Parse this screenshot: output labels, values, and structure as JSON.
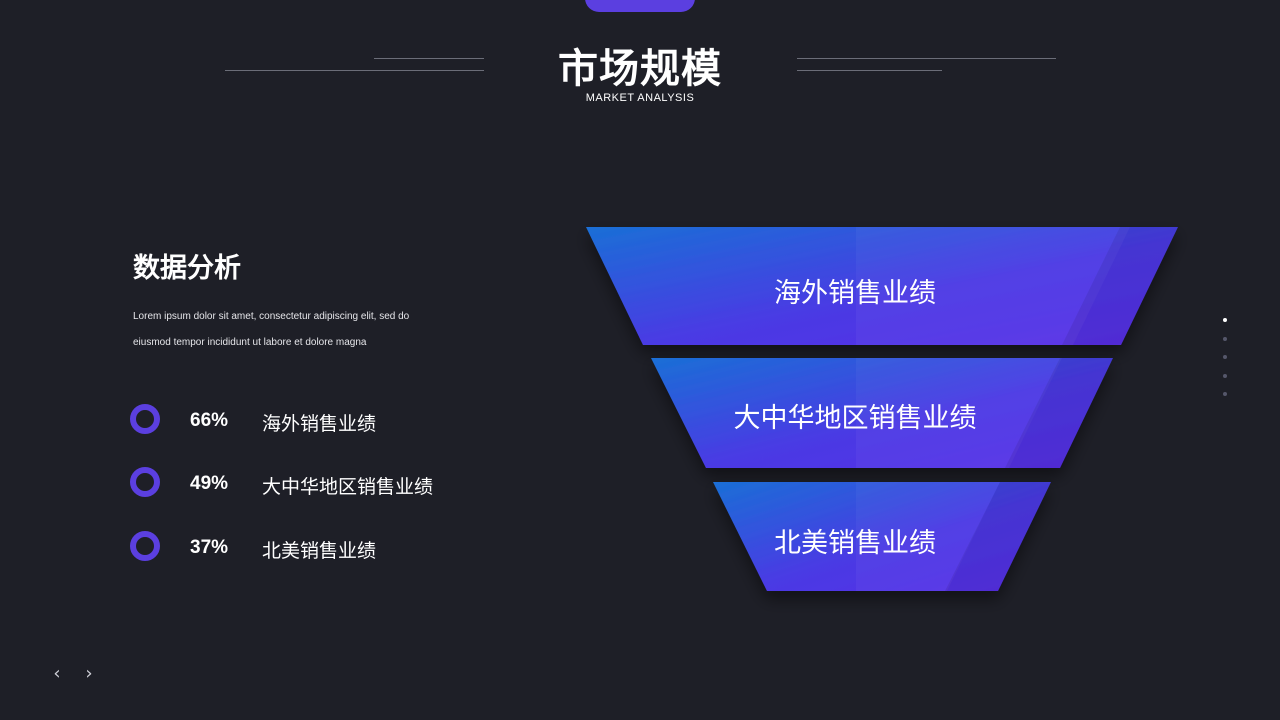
{
  "header": {
    "title": "市场规模",
    "subtitle": "MARKET ANALYSIS"
  },
  "analysis": {
    "heading": "数据分析",
    "description_line1": "Lorem ipsum dolor sit amet, consectetur adipiscing elit, sed do",
    "description_line2": "eiusmod tempor incididunt ut labore et dolore magna"
  },
  "stats": [
    {
      "value": "66%",
      "label": "海外销售业绩"
    },
    {
      "value": "49%",
      "label": "大中华地区销售业绩"
    },
    {
      "value": "37%",
      "label": "北美销售业绩"
    }
  ],
  "funnel": {
    "levels": [
      "海外销售业绩",
      "大中华地区销售业绩",
      "北美销售业绩"
    ]
  },
  "pager": {
    "total": 5,
    "active": 1,
    "prev_icon": "chevron-left-icon",
    "next_icon": "chevron-right-icon"
  },
  "colors": {
    "background": "#1e1f27",
    "accent": "#5b3fe0",
    "gradient_start": "#1a6fd6",
    "gradient_end": "#5a2ee8"
  }
}
